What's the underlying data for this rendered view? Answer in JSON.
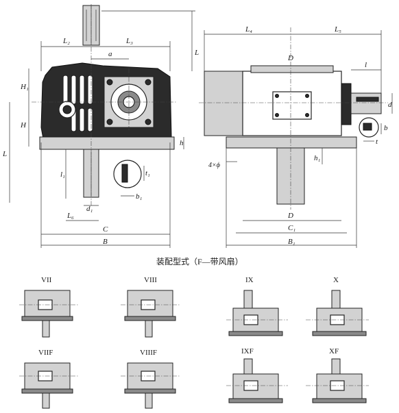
{
  "caption": "装配型式（F—带风扇）",
  "front_view_labels": {
    "L2": "L₂",
    "L3": "L₃",
    "a": "a",
    "L_right": "L",
    "H1": "H₁",
    "H": "H",
    "L_left": "L",
    "h": "h",
    "l1": "l₁",
    "t1": "t₁",
    "b1": "b₁",
    "d1": "d₁",
    "L6": "L₆",
    "C": "C",
    "B": "B"
  },
  "side_view_labels": {
    "L4": "L₄",
    "L5": "L₅",
    "D_top": "D",
    "l": "l",
    "d": "d",
    "b": "b",
    "t": "t",
    "h1": "h₁",
    "four_phi": "4×ϕ",
    "D_bottom": "D",
    "C1": "C₁",
    "B1": "B₁"
  },
  "variants": [
    "VII",
    "VIII",
    "IX",
    "X",
    "VIIF",
    "VIIIF",
    "IXF",
    "XF"
  ]
}
